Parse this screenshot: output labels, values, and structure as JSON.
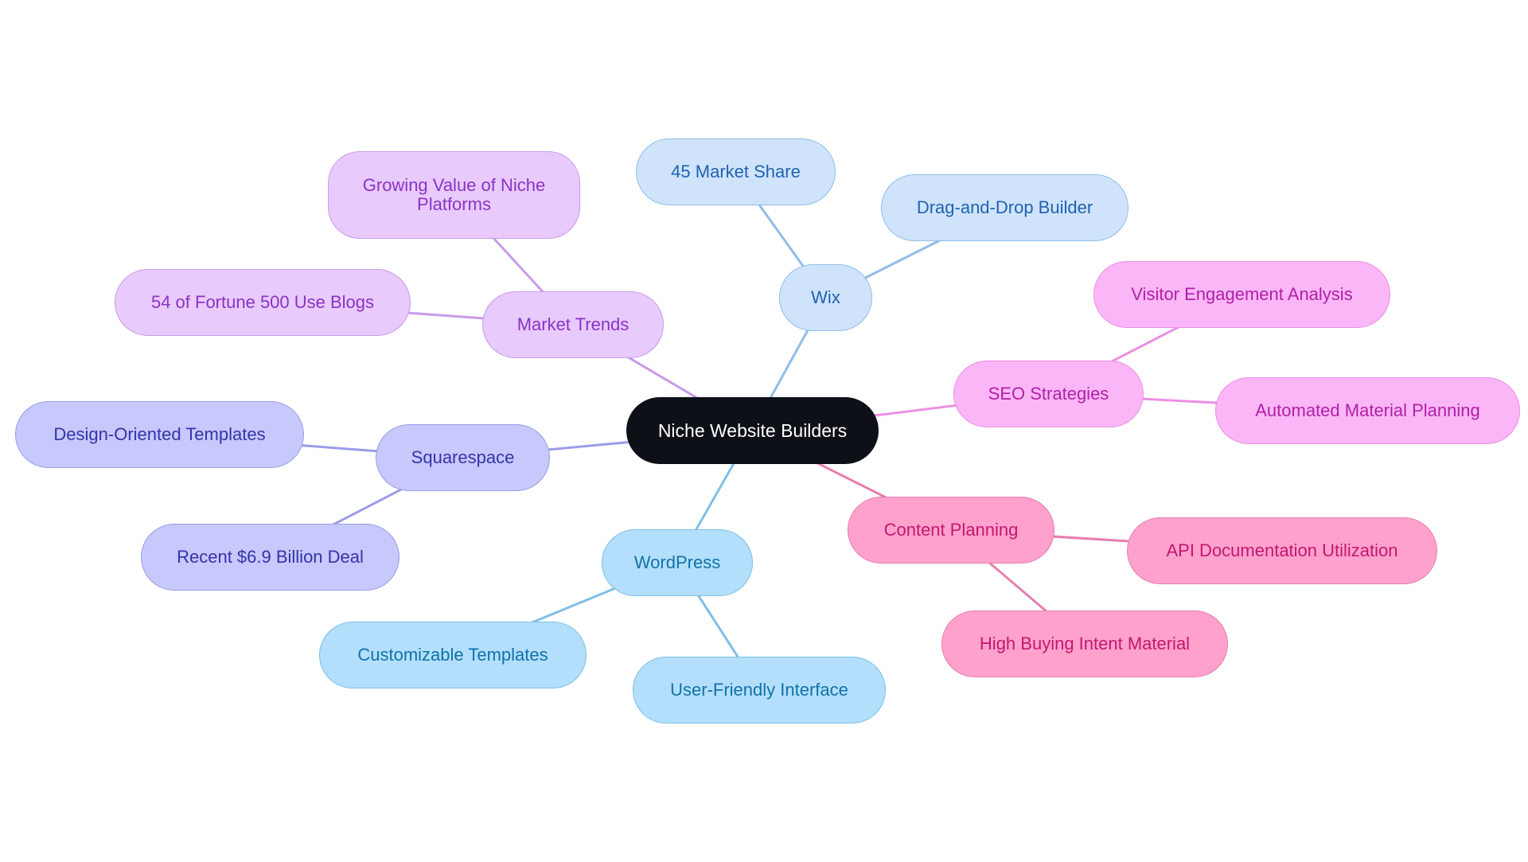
{
  "diagram": {
    "root": {
      "label": "Niche Website Builders",
      "fill": "#0d1117",
      "text": "#ffffff",
      "border": "#0d1117"
    },
    "branches": {
      "wix": {
        "label": "Wix",
        "children": [
          "45 Market Share",
          "Drag-and-Drop Builder"
        ],
        "colors": {
          "fill": "#cfe3fb",
          "border": "#90bde8",
          "text": "#1e63b0",
          "edge": "#90bde8"
        }
      },
      "market_trends": {
        "label": "Market Trends",
        "children": [
          "Growing Value of Niche Platforms",
          "54 of Fortune 500 Use Blogs"
        ],
        "colors": {
          "fill": "#e8cafd",
          "border": "#c99be8",
          "text": "#8b33c4",
          "edge": "#c99be8"
        }
      },
      "seo": {
        "label": "SEO Strategies",
        "children": [
          "Visitor Engagement Analysis",
          "Automated Material Planning"
        ],
        "colors": {
          "fill": "#fbb6f7",
          "border": "#ec8fe3",
          "text": "#b020a8",
          "edge": "#ec8fe3"
        }
      },
      "squarespace": {
        "label": "Squarespace",
        "children": [
          "Design-Oriented Templates",
          "Recent $6.9 Billion Deal"
        ],
        "colors": {
          "fill": "#c7c8fc",
          "border": "#9b9ce6",
          "text": "#3733a8",
          "edge": "#9b9ce6"
        }
      },
      "wordpress": {
        "label": "WordPress",
        "children": [
          "Customizable Templates",
          "User-Friendly Interface"
        ],
        "colors": {
          "fill": "#b3dffc",
          "border": "#7fbfe6",
          "text": "#0f73a8",
          "edge": "#7fbfe6"
        }
      },
      "content_planning": {
        "label": "Content Planning",
        "children": [
          "API Documentation Utilization",
          "High Buying Intent Material"
        ],
        "colors": {
          "fill": "#fea1cd",
          "border": "#e67fae",
          "text": "#c41770",
          "edge": "#e67fae"
        }
      }
    }
  }
}
